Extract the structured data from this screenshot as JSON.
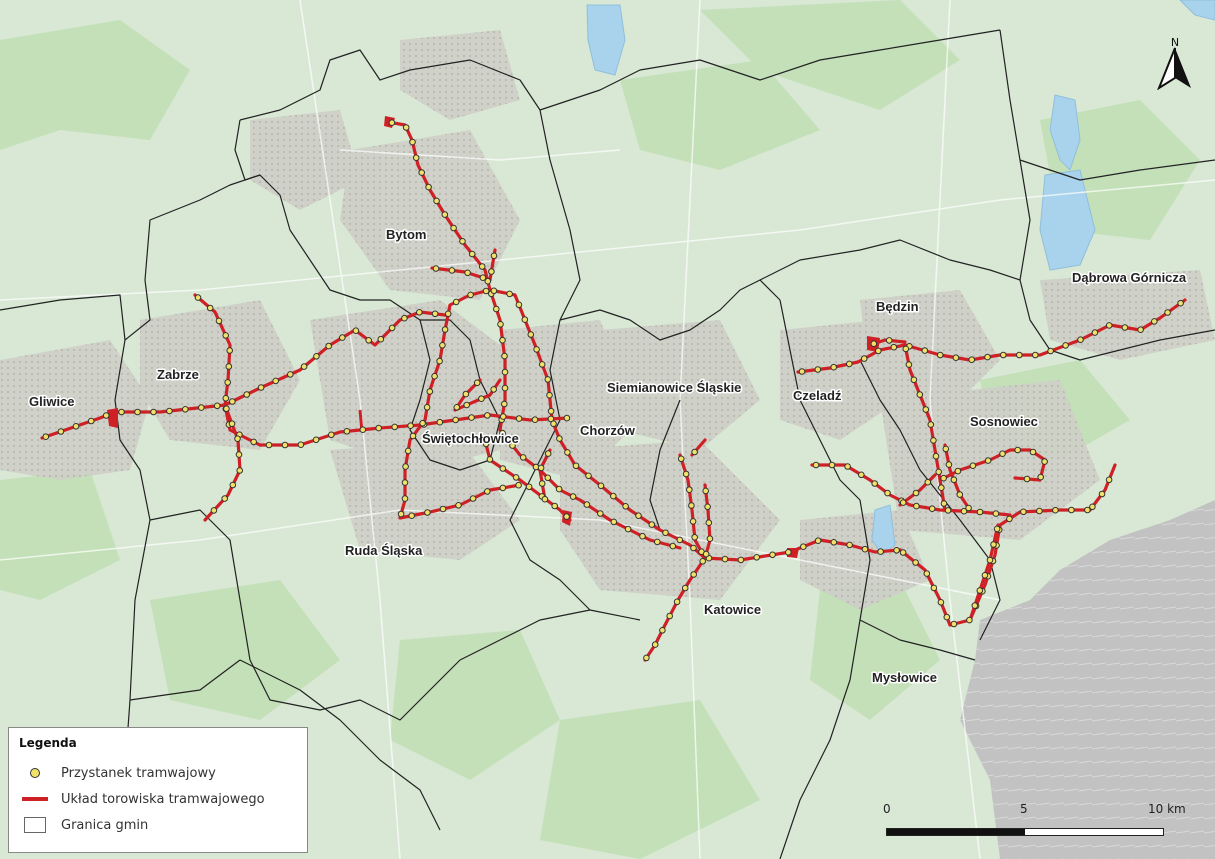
{
  "colors": {
    "background": "#d9e8d5",
    "urban": "#c9c9c2",
    "water": "#a9d3ec",
    "forest": "#cfe6c4",
    "border": "#222222",
    "track": "#cf2026",
    "stop_fill": "#f1e16a",
    "stop_stroke": "#333333",
    "gray_region": "#bdbdbd"
  },
  "cities": [
    {
      "name": "Gliwice"
    },
    {
      "name": "Zabrze"
    },
    {
      "name": "Bytom"
    },
    {
      "name": "Ruda Śląska"
    },
    {
      "name": "Świętochłowice"
    },
    {
      "name": "Chorzów"
    },
    {
      "name": "Siemianowice Śląskie"
    },
    {
      "name": "Katowice"
    },
    {
      "name": "Czeladź"
    },
    {
      "name": "Będzin"
    },
    {
      "name": "Sosnowiec"
    },
    {
      "name": "Dąbrowa Górnicza"
    },
    {
      "name": "Mysłowice"
    }
  ],
  "legend": {
    "title": "Legenda",
    "items": [
      {
        "label": "Przystanek tramwajowy",
        "symbol": "stop"
      },
      {
        "label": "Układ torowiska tramwajowego",
        "symbol": "track"
      },
      {
        "label": "Granica gmin",
        "symbol": "border"
      }
    ]
  },
  "scale": {
    "labels": [
      "0",
      "5",
      "10 km"
    ]
  },
  "north_arrow": {
    "label": "N",
    "icon": "north-arrow-icon"
  }
}
